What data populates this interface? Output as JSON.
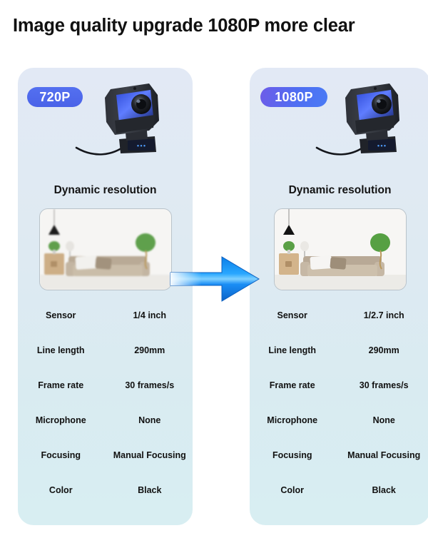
{
  "title": "Image quality upgrade 1080P more clear",
  "colors": {
    "panel_top": "#e2e9f5",
    "panel_bottom": "#d8eef2",
    "badge_720_blue": "#4a63e8",
    "badge_1080_purple": "#6d5ce8",
    "arrow_blue": "#1a8bf0",
    "text_dark": "#111111",
    "page_background": "#ffffff"
  },
  "arrow": {
    "name": "upgrade-arrow",
    "direction": "right"
  },
  "panels": [
    {
      "id": "left",
      "badge": "720P",
      "heading": "Dynamic resolution",
      "thumbnail_quality": "blurry",
      "thumbnail_alt": "living room with sofa, pendant lamp, side table and hanging plant",
      "specs": [
        {
          "label": "Sensor",
          "value": "1/4 inch"
        },
        {
          "label": "Line length",
          "value": "290mm"
        },
        {
          "label": "Frame rate",
          "value": "30 frames/s"
        },
        {
          "label": "Microphone",
          "value": "None"
        },
        {
          "label": "Focusing",
          "value": "Manual Focusing"
        },
        {
          "label": "Color",
          "value": "Black"
        }
      ]
    },
    {
      "id": "right",
      "badge": "1080P",
      "heading": "Dynamic resolution",
      "thumbnail_quality": "sharp",
      "thumbnail_alt": "living room with sofa, pendant lamp, side table and hanging plant",
      "specs": [
        {
          "label": "Sensor",
          "value": "1/2.7 inch"
        },
        {
          "label": "Line length",
          "value": "290mm"
        },
        {
          "label": "Frame rate",
          "value": "30 frames/s"
        },
        {
          "label": "Microphone",
          "value": "None"
        },
        {
          "label": "Focusing",
          "value": "Manual Focusing"
        },
        {
          "label": "Color",
          "value": "Black"
        }
      ]
    }
  ]
}
